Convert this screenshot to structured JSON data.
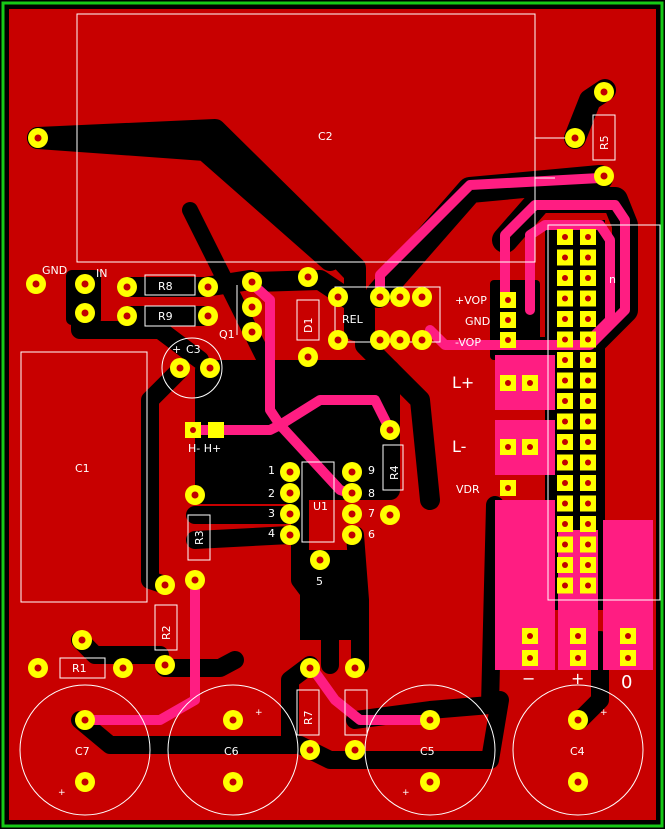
{
  "board": {
    "colors": {
      "background": "#000000",
      "outline": "#16c816",
      "copper": "#c80000",
      "top_copper": "#ff1d82",
      "pads": "#ffff00",
      "silkscreen": "#ffffff"
    }
  },
  "labels": {
    "c2": "C2",
    "r5": "R5",
    "gnd": "GND",
    "in": "IN",
    "r8": "R8",
    "r9": "R9",
    "q1": "Q1",
    "d1": "D1",
    "rel": "REL",
    "vop_plus": "+VOP",
    "gnd2": "GND",
    "vop_minus": "-VOP",
    "c3": "C3",
    "c3_plus": "+",
    "l_plus": "L+",
    "l_minus": "L-",
    "h_pads": "H- H+",
    "c1": "C1",
    "pin1": "1",
    "pin2": "2",
    "pin3": "3",
    "pin4": "4",
    "pin5": "5",
    "pin6": "6",
    "pin7": "7",
    "pin8": "8",
    "pin9": "9",
    "u1": "U1",
    "r4": "R4",
    "r3": "R3",
    "vdr": "VDR",
    "r2": "R2",
    "r1": "R1",
    "r7": "R7",
    "c7": "C7",
    "c6": "C6",
    "c5": "C5",
    "c4": "C4",
    "c7_plus": "+",
    "c6_plus": "+",
    "c5_plus": "+",
    "c4_plus": "+",
    "minus_sign": "−",
    "plus_sign": "+",
    "zero": "0",
    "conn_n": "n"
  }
}
